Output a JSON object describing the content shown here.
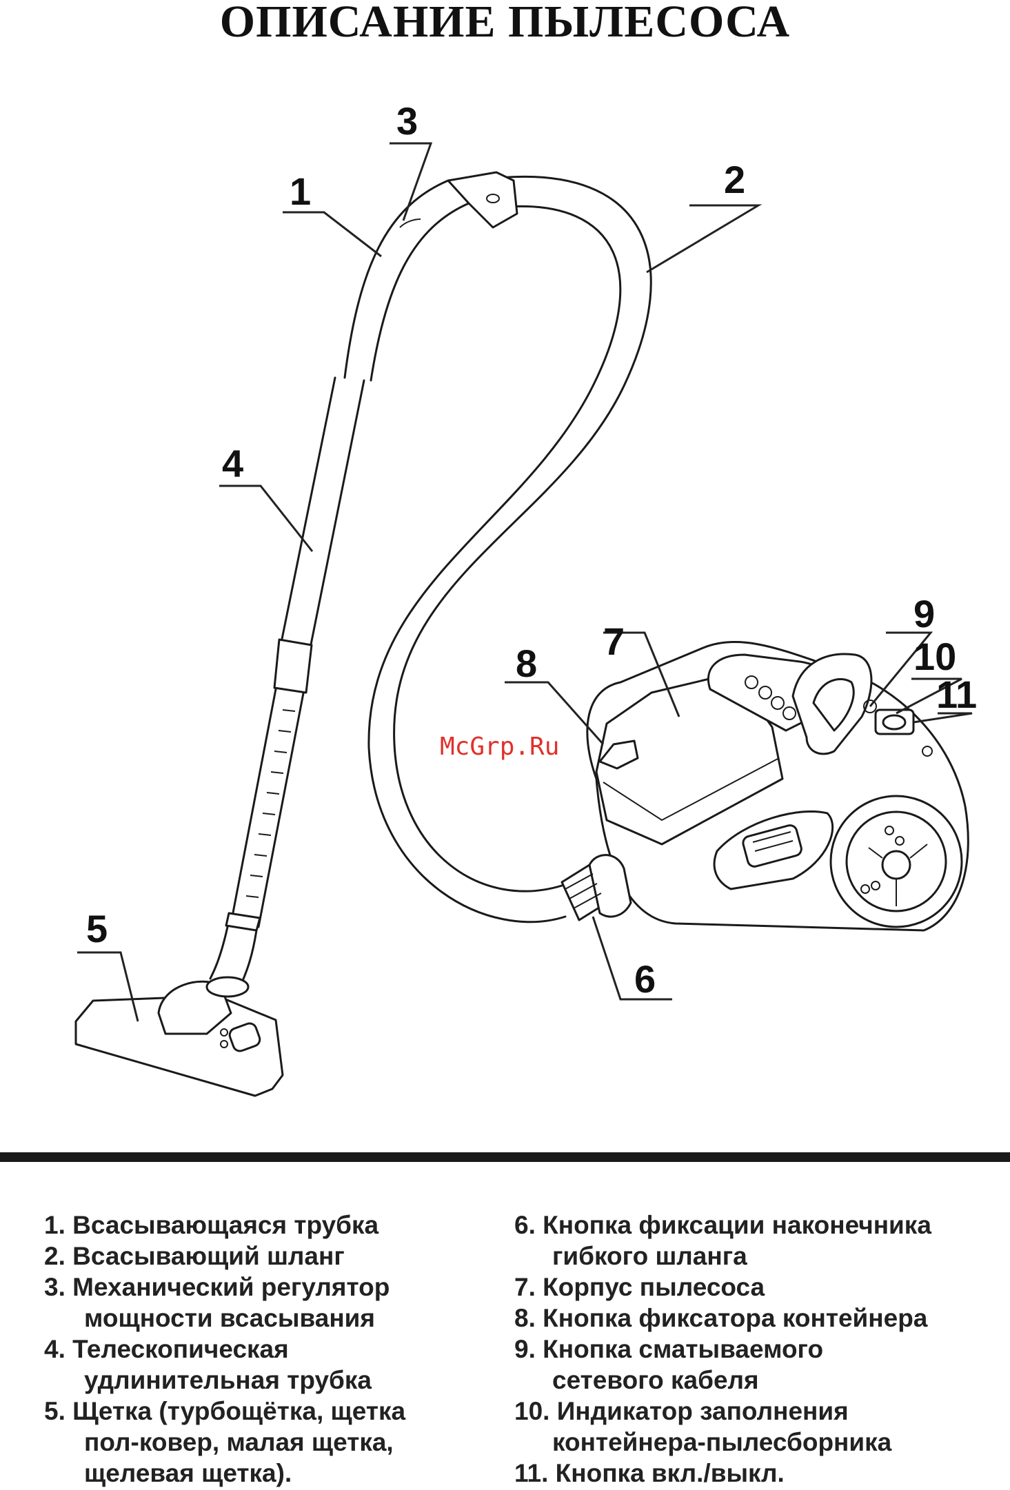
{
  "title": "ОПИСАНИЕ ПЫЛЕСОСА",
  "watermark": "McGrp.Ru",
  "callouts": [
    "1",
    "2",
    "3",
    "4",
    "5",
    "6",
    "7",
    "8",
    "9",
    "10",
    "11"
  ],
  "legend": {
    "left": [
      {
        "text": "1. Всасывающаяся трубка"
      },
      {
        "text": "2. Всасывающий шланг"
      },
      {
        "text": "3. Механический регулятор",
        "cont": "мощности всасывания"
      },
      {
        "text": "4. Телескопическая",
        "cont": "удлинительная трубка"
      },
      {
        "text": "5. Щетка (турбощётка, щетка",
        "cont": "пол-ковер, малая щетка,",
        "cont2": "щелевая щетка)."
      }
    ],
    "right": [
      {
        "text": "6.  Кнопка фиксации наконечника",
        "cont": "гибкого шланга"
      },
      {
        "text": "7. Корпус пылесоса"
      },
      {
        "text": "8. Кнопка фиксатора контейнера"
      },
      {
        "text": "9.   Кнопка сматываемого",
        "cont": "сетевого кабеля"
      },
      {
        "text": "10.  Индикатор заполнения",
        "cont": "контейнера-пылесборника"
      },
      {
        "text": "11.  Кнопка вкл./выкл."
      }
    ]
  }
}
